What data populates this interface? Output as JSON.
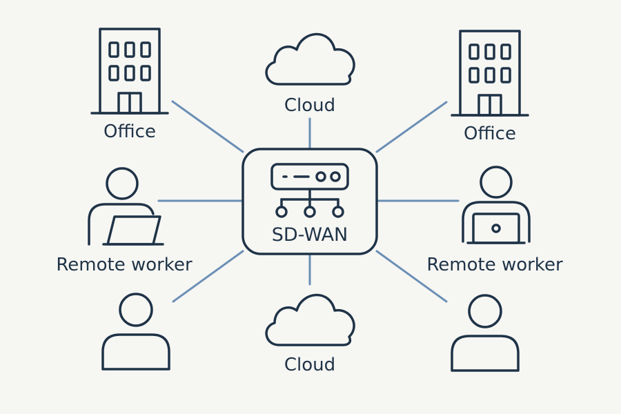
{
  "diagram": {
    "hub": {
      "label": "SD-WAN",
      "icon": "router-icon"
    },
    "nodes": [
      {
        "id": "office-left",
        "label": "Office",
        "icon": "office-building-icon"
      },
      {
        "id": "cloud-top",
        "label": "Cloud",
        "icon": "cloud-icon"
      },
      {
        "id": "office-right",
        "label": "Office",
        "icon": "office-building-icon"
      },
      {
        "id": "remote-worker-left",
        "label": "Remote worker",
        "icon": "remote-worker-laptop-icon"
      },
      {
        "id": "remote-worker-right",
        "label": "Remote worker",
        "icon": "remote-worker-laptop-icon"
      },
      {
        "id": "user-bottom-left",
        "label": "",
        "icon": "user-icon"
      },
      {
        "id": "cloud-bottom",
        "label": "Cloud",
        "icon": "cloud-icon"
      },
      {
        "id": "user-bottom-right",
        "label": "",
        "icon": "user-icon"
      }
    ],
    "colors": {
      "background": "#f6f6f3",
      "icon_stroke": "#1f3347",
      "connector": "#6b8fb5"
    }
  }
}
